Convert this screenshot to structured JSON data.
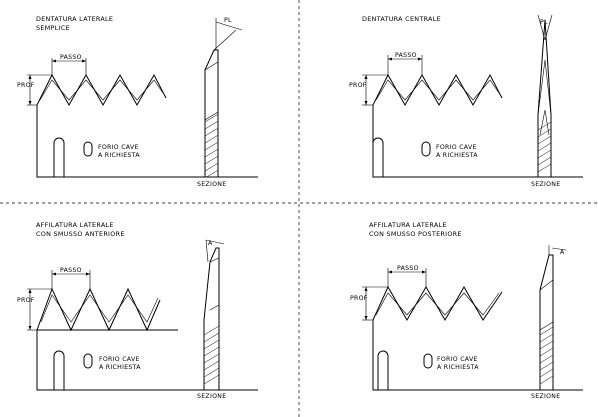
{
  "panels": [
    {
      "id": "top-left",
      "title_line1": "DENTATURA LATERALE",
      "title_line2": "SEMPLICE",
      "passo_label": "PASSO",
      "prof_label": "PROF",
      "hole_label_line1": "FORIO CAVE",
      "hole_label_line2": "A RICHIESTA",
      "section_label": "SEZIONE",
      "angle_label": "PL"
    },
    {
      "id": "top-right",
      "title_line1": "DENTATURA CENTRALE",
      "title_line2": "",
      "passo_label": "PASSO",
      "prof_label": "PROF",
      "hole_label_line1": "FORIO CAVE",
      "hole_label_line2": "A RICHIESTA",
      "section_label": "SEZIONE",
      "angle_label": "PL"
    },
    {
      "id": "bottom-left",
      "title_line1": "AFFILATURA LATERALE",
      "title_line2": "CON SMUSSO ANTERIORE",
      "passo_label": "PASSO",
      "prof_label": "PROF",
      "hole_label_line1": "FORIO CAVE",
      "hole_label_line2": "A RICHIESTA",
      "section_label": "SEZIONE",
      "angle_label": "A"
    },
    {
      "id": "bottom-right",
      "title_line1": "AFFILATURA LATERALE",
      "title_line2": "CON SMUSSO POSTERIORE",
      "passo_label": "PASSO",
      "prof_label": "PROF",
      "hole_label_line1": "FORIO CAVE",
      "hole_label_line2": "A RICHIESTA",
      "section_label": "SEZIONE",
      "angle_label": "A"
    }
  ],
  "colors": {
    "line": "#000000",
    "background": "#ffffff",
    "divider": "#000000"
  }
}
